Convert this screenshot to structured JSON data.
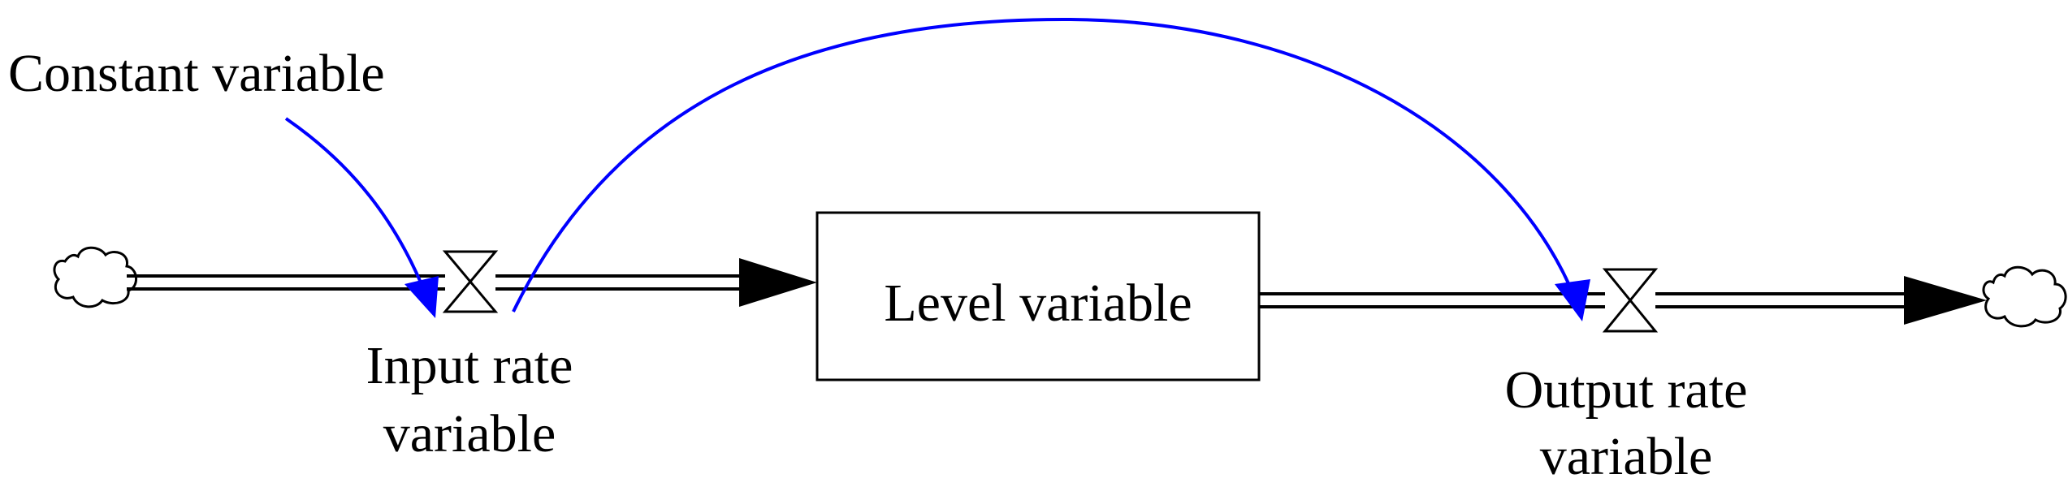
{
  "diagram": {
    "title": "",
    "nodes": {
      "constant": {
        "label": "Constant variable"
      },
      "level": {
        "label": "Level variable"
      },
      "input_rate": {
        "label_line1": "Input rate",
        "label_line2": "variable"
      },
      "output_rate": {
        "label_line1": "Output rate",
        "label_line2": "variable"
      }
    },
    "source_cloud": {
      "icon": "cloud-icon"
    },
    "sink_cloud": {
      "icon": "cloud-icon"
    },
    "links": [
      {
        "from": "Constant variable",
        "to": "Input rate variable",
        "kind": "causal"
      },
      {
        "from": "Input rate variable",
        "to": "Output rate variable",
        "kind": "causal"
      }
    ],
    "flows": [
      {
        "from": "source",
        "to": "Level variable",
        "valve": "Input rate variable"
      },
      {
        "from": "Level variable",
        "to": "sink",
        "valve": "Output rate variable"
      }
    ],
    "colors": {
      "causal_link": "#0000ff",
      "flow": "#000000",
      "background": "#ffffff"
    }
  }
}
